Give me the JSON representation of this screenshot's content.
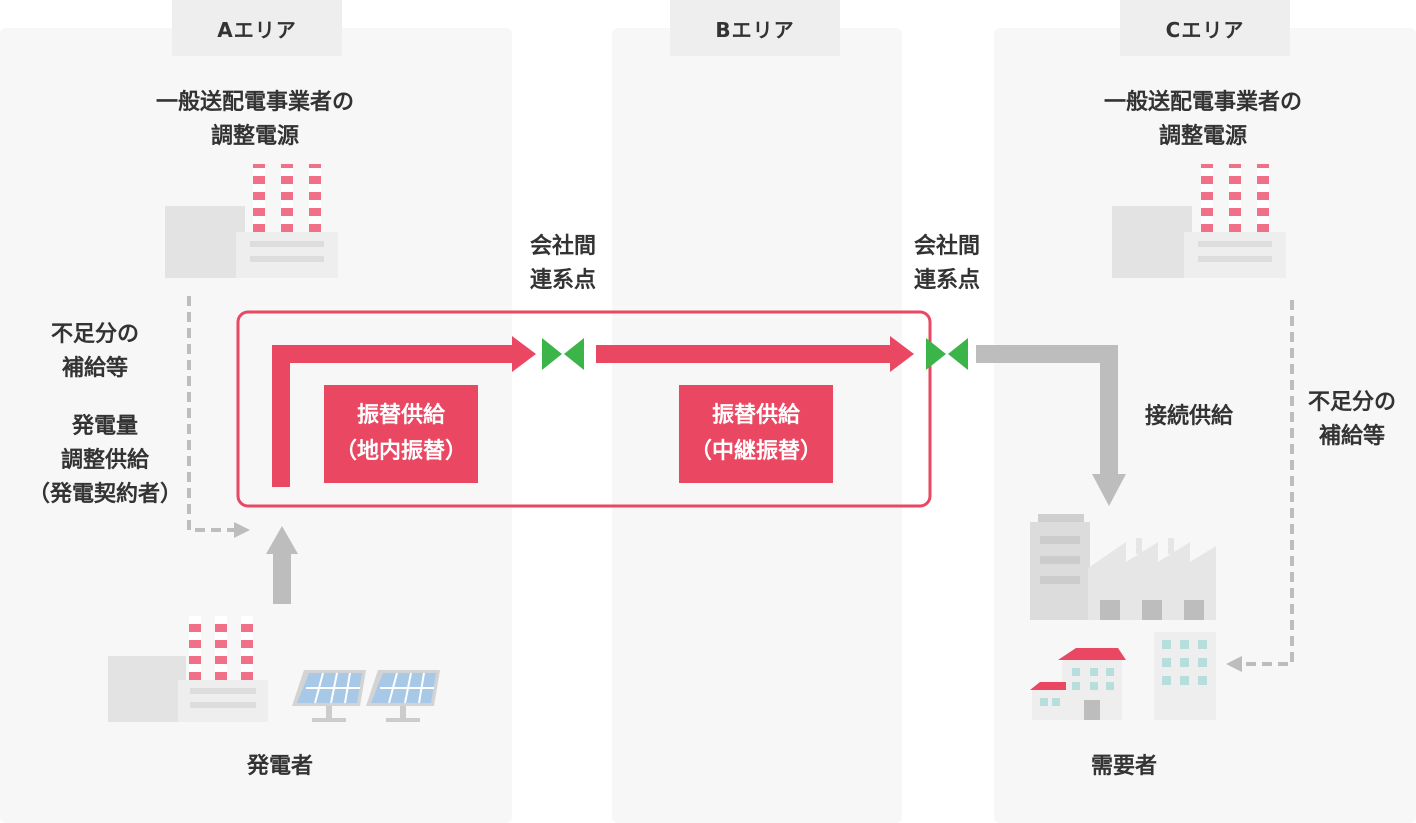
{
  "areas": {
    "a": {
      "title": "Aエリア"
    },
    "b": {
      "title": "Bエリア"
    },
    "c": {
      "title": "Cエリア"
    }
  },
  "a_area": {
    "plant_label_line1": "一般送配電事業者の",
    "plant_label_line2": "調整電源",
    "shortfall_line1": "不足分の",
    "shortfall_line2": "補給等",
    "adjust_line1": "発電量",
    "adjust_line2": "調整供給",
    "adjust_line3": "（発電契約者）",
    "generator_label": "発電者"
  },
  "interconnect_1": {
    "line1": "会社間",
    "line2": "連系点"
  },
  "interconnect_2": {
    "line1": "会社間",
    "line2": "連系点"
  },
  "transfer_local": {
    "line1": "振替供給",
    "line2": "（地内振替）"
  },
  "transfer_relay": {
    "line1": "振替供給",
    "line2": "（中継振替）"
  },
  "c_area": {
    "plant_label_line1": "一般送配電事業者の",
    "plant_label_line2": "調整電源",
    "connection_supply": "接続供給",
    "shortfall_line1": "不足分の",
    "shortfall_line2": "補給等",
    "consumer_label": "需要者"
  },
  "colors": {
    "accent_red": "#e94762",
    "valve_green": "#3bb54a",
    "arrow_gray": "#bdbdbd",
    "panel_bg": "#f7f7f8"
  }
}
